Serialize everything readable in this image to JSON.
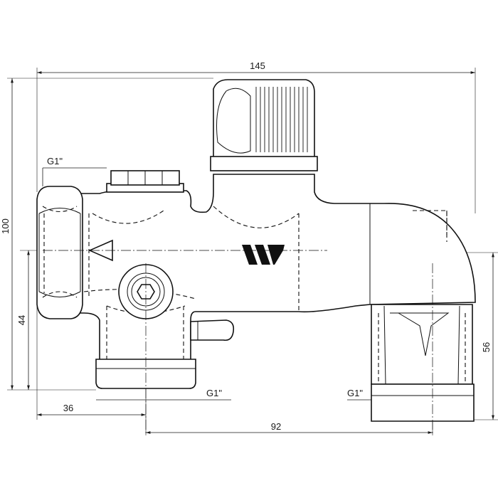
{
  "dimensions": {
    "overall_width": "145",
    "overall_height": "100",
    "port_height": "44",
    "outlet_height": "56",
    "left_offset": "36",
    "port_spacing": "92"
  },
  "thread_labels": {
    "top_left": "G1\"",
    "bottom_port": "G1\"",
    "right_outlet": "G1\""
  }
}
